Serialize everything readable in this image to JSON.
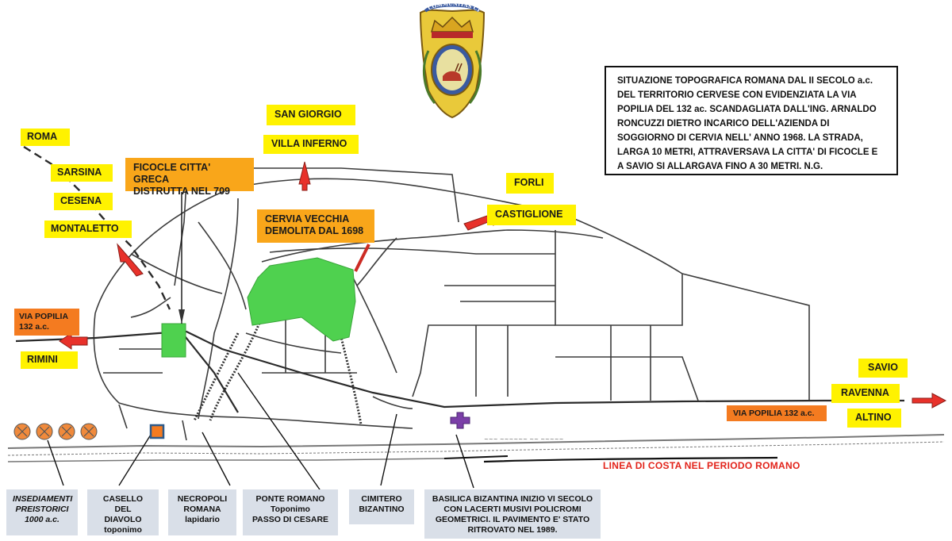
{
  "labels": {
    "roma": "ROMA",
    "sarsina": "SARSINA",
    "cesena": "CESENA",
    "montaletto": "MONTALETTO",
    "via_popilia_left": "VIA POPILIA\n132 a.c.",
    "rimini": "RIMINI",
    "ficocle": "FICOCLE CITTA' GRECA\nDISTRUTTA NEL 709",
    "san_giorgio": "SAN GIORGIO",
    "villa_inferno": "VILLA INFERNO",
    "cervia_vecchia": "CERVIA VECCHIA\nDEMOLITA DAL 1698",
    "forli": "FORLI",
    "castiglione": "CASTIGLIONE",
    "savio": "SAVIO",
    "ravenna": "RAVENNA",
    "altino": "ALTINO",
    "via_popilia_right": "VIA POPILIA 132 a.c."
  },
  "info_box": {
    "text": "SITUAZIONE TOPOGRAFICA ROMANA DAL II SECOLO a.c.\nDEL TERRITORIO CERVESE CON EVIDENZIATA LA VIA\nPOPILIA DEL 132 ac. SCANDAGLIATA DALL'ING. ARNALDO\nRONCUZZI DIETRO INCARICO DELL'AZIENDA DI\nSOGGIORNO DI CERVIA NELL' ANNO 1968. LA STRADA,\nLARGA 10 METRI, ATTRAVERSAVA LA CITTA' DI FICOCLE E\nA SAVIO SI ALLARGAVA FINO A 30 METRI.             N.G."
  },
  "coast_label": "LINEA DI COSTA NEL PERIODO ROMANO",
  "captions": {
    "insediamenti": "INSEDIAMENTI\nPREISTORICI\n1000 a.c.",
    "casello": "CASELLO DEL\nDIAVOLO\ntoponimo",
    "necropoli": "NECROPOLI\nROMANA\nlapidario",
    "ponte": "PONTE ROMANO\nToponimo\nPASSO DI CESARE",
    "cimitero": "CIMITERO\nBIZANTINO",
    "basilica": "BASILICA BIZANTINA INIZIO VI SECOLO\nCON LACERTI MUSIVI POLICROMI\nGEOMETRICI. IL PAVIMENTO E' STATO\nRITROVATO NEL 1989."
  },
  "crest_text": "COMMUNITAS CIVITATIS CERVIE",
  "colors": {
    "road": "#3c3c3c",
    "green_area": "#4fd14f",
    "arrow_red": "#e8312a",
    "label_yellow": "#fff200",
    "label_orange": "#f9a61a",
    "coast_red": "#e2231a",
    "purple_marker": "#7b3fa8",
    "preistoric_orange": "#f08a3c"
  }
}
